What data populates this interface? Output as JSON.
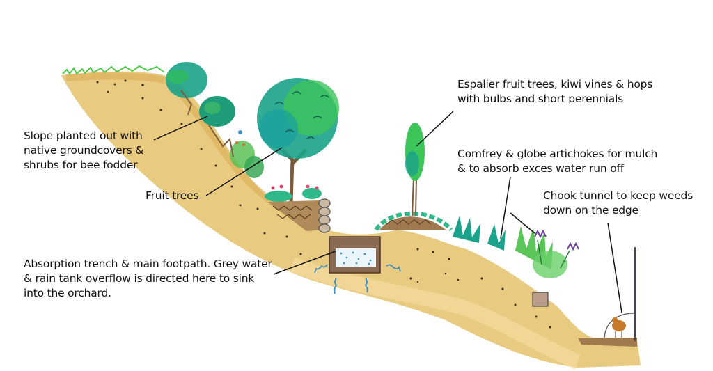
{
  "diagram": {
    "type": "landscape cross-section sketch",
    "colors": {
      "soil": "#e8c77a",
      "soil_dark": "#d9ad55",
      "canopy_teal": "#1aa38a",
      "canopy_green": "#3cc65a",
      "bark": "#7a5a3a",
      "water": "#3a8fc4",
      "flower_purple": "#6a3c9a",
      "flower_pink": "#e0406a",
      "leader_line": "#111111"
    }
  },
  "annotations": {
    "slope": "Slope planted out with\nnative groundcovers &\nshrubs for bee fodder",
    "fruit_trees": "Fruit trees",
    "absorption_trench": "Absorption trench & main footpath. Grey water\n& rain tank overflow is directed here to sink\ninto the orchard.",
    "espalier": "Espalier fruit trees, kiwi vines & hops\nwith bulbs and short perennials",
    "comfrey": "Comfrey & globe artichokes for mulch\n& to absorb exces water run off",
    "chook_tunnel": "Chook tunnel to keep weeds\ndown on the edge"
  }
}
